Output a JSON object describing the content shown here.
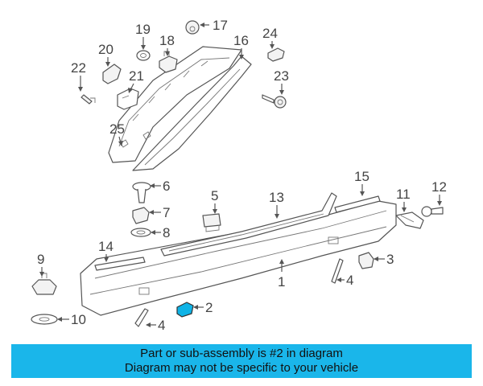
{
  "callouts": {
    "c1": "1",
    "c2": "2",
    "c3": "3",
    "c4a": "4",
    "c4b": "4",
    "c5": "5",
    "c6": "6",
    "c7": "7",
    "c8": "8",
    "c9": "9",
    "c10": "10",
    "c11": "11",
    "c12": "12",
    "c13": "13",
    "c14": "14",
    "c15": "15",
    "c16": "16",
    "c17": "17",
    "c18": "18",
    "c19": "19",
    "c20": "20",
    "c21": "21",
    "c22": "22",
    "c23": "23",
    "c24": "24",
    "c25": "25"
  },
  "banner": {
    "line1": "Part or sub-assembly is #2 in diagram",
    "line2": "Diagram may not be specific to your vehicle"
  },
  "colors": {
    "banner_bg": "#1ab6ea",
    "highlight_part": "#0fb3e6",
    "line": "#555555"
  }
}
